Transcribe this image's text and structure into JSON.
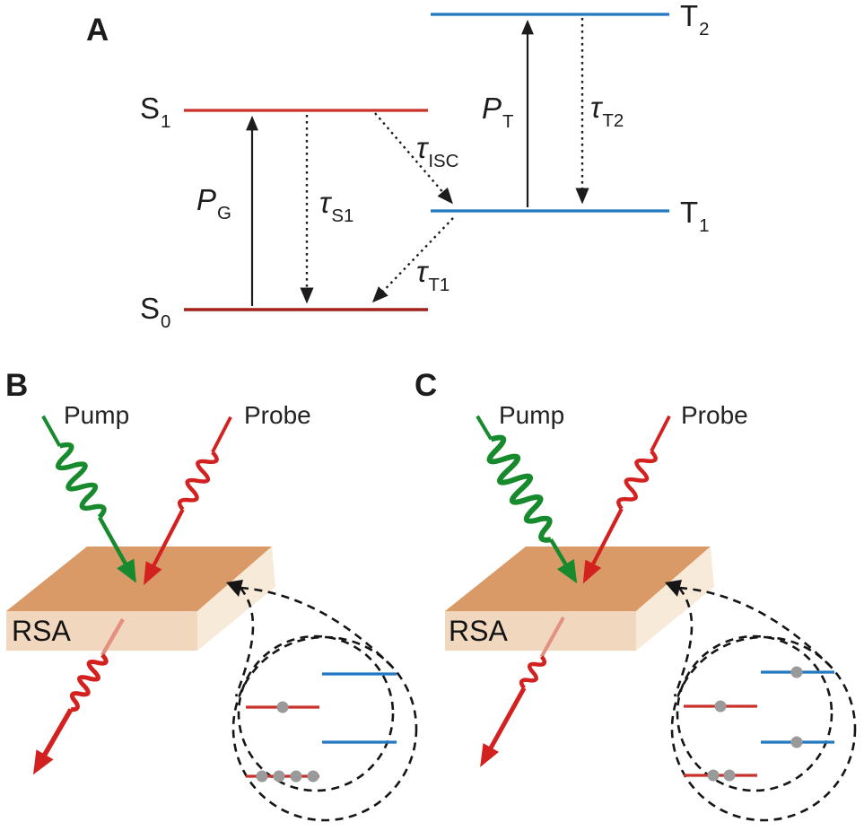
{
  "panelA": {
    "label": "A",
    "levels": {
      "s1": {
        "main": "S",
        "sub": "1"
      },
      "s0": {
        "main": "S",
        "sub": "0"
      },
      "t2": {
        "main": "T",
        "sub": "2"
      },
      "t1": {
        "main": "T",
        "sub": "1"
      }
    },
    "rates": {
      "pg": {
        "main": "P",
        "sub": "G"
      },
      "pt": {
        "main": "P",
        "sub": "T"
      },
      "tau_s1": {
        "main": "τ",
        "sub": "S1"
      },
      "tau_isc": {
        "main": "τ",
        "sub": "ISC"
      },
      "tau_t1": {
        "main": "τ",
        "sub": "T1"
      },
      "tau_t2": {
        "main": "τ",
        "sub": "T2"
      }
    }
  },
  "panelB": {
    "label": "B",
    "pump_label": "Pump",
    "probe_label": "Probe",
    "sample_label": "RSA",
    "inset_populations": {
      "S0": 4,
      "S1": 1,
      "T1": 0,
      "T2": 0
    }
  },
  "panelC": {
    "label": "C",
    "pump_label": "Pump",
    "probe_label": "Probe",
    "sample_label": "RSA",
    "inset_populations": {
      "S0": 2,
      "S1": 1,
      "T1": 1,
      "T2": 1
    }
  },
  "colors": {
    "singlet_excited_level": "#c9312b",
    "ground_level": "#a2211a",
    "triplet_level": "#2278c2",
    "pump_beam": "#178a2e",
    "probe_beam": "#d32120",
    "transmitted_beam_faded": "#e29180",
    "slab_top": "#d99a67",
    "slab_front": "#f2d7bf",
    "slab_side": "#f8ead9",
    "electron_dot": "#9a9a9a",
    "arrow_black": "#1c1c1c"
  }
}
